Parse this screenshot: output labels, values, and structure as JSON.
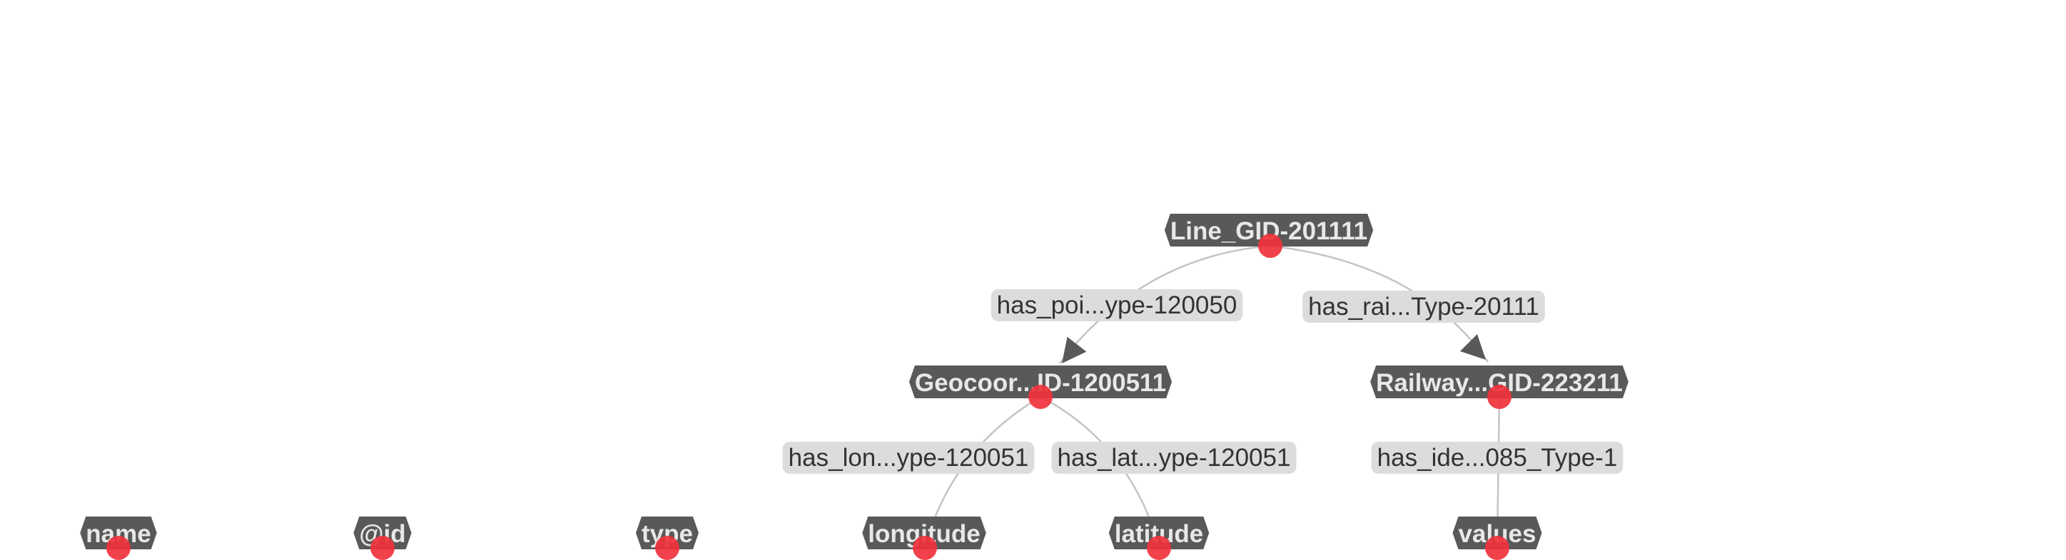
{
  "colors": {
    "node_box": "#595959",
    "node_text": "#e8e8e8",
    "node_dot": "#f0323c",
    "edge_line": "#c4c4c4",
    "edge_label_bg": "#dcdcdc",
    "edge_label_text": "#333333",
    "arrow": "#595959"
  },
  "nodes": [
    {
      "id": "line",
      "label": "Line_GID-201111"
    },
    {
      "id": "geocoor",
      "label": "Geocoor...ID-1200511"
    },
    {
      "id": "railway",
      "label": "Railway...GID-223211"
    },
    {
      "id": "name",
      "label": "name"
    },
    {
      "id": "atid",
      "label": "@id"
    },
    {
      "id": "type",
      "label": "type"
    },
    {
      "id": "longitude",
      "label": "longitude"
    },
    {
      "id": "latitude",
      "label": "latitude"
    },
    {
      "id": "values",
      "label": "values"
    }
  ],
  "edges": [
    {
      "id": "e1",
      "from": "line",
      "to": "geocoor",
      "label": "has_poi...ype-120050"
    },
    {
      "id": "e2",
      "from": "line",
      "to": "railway",
      "label": "has_rai...Type-20111"
    },
    {
      "id": "e3",
      "from": "geocoor",
      "to": "longitude",
      "label": "has_lon...ype-120051"
    },
    {
      "id": "e4",
      "from": "geocoor",
      "to": "latitude",
      "label": "has_lat...ype-120051"
    },
    {
      "id": "e5",
      "from": "railway",
      "to": "values",
      "label": "has_ide...085_Type-1"
    }
  ]
}
